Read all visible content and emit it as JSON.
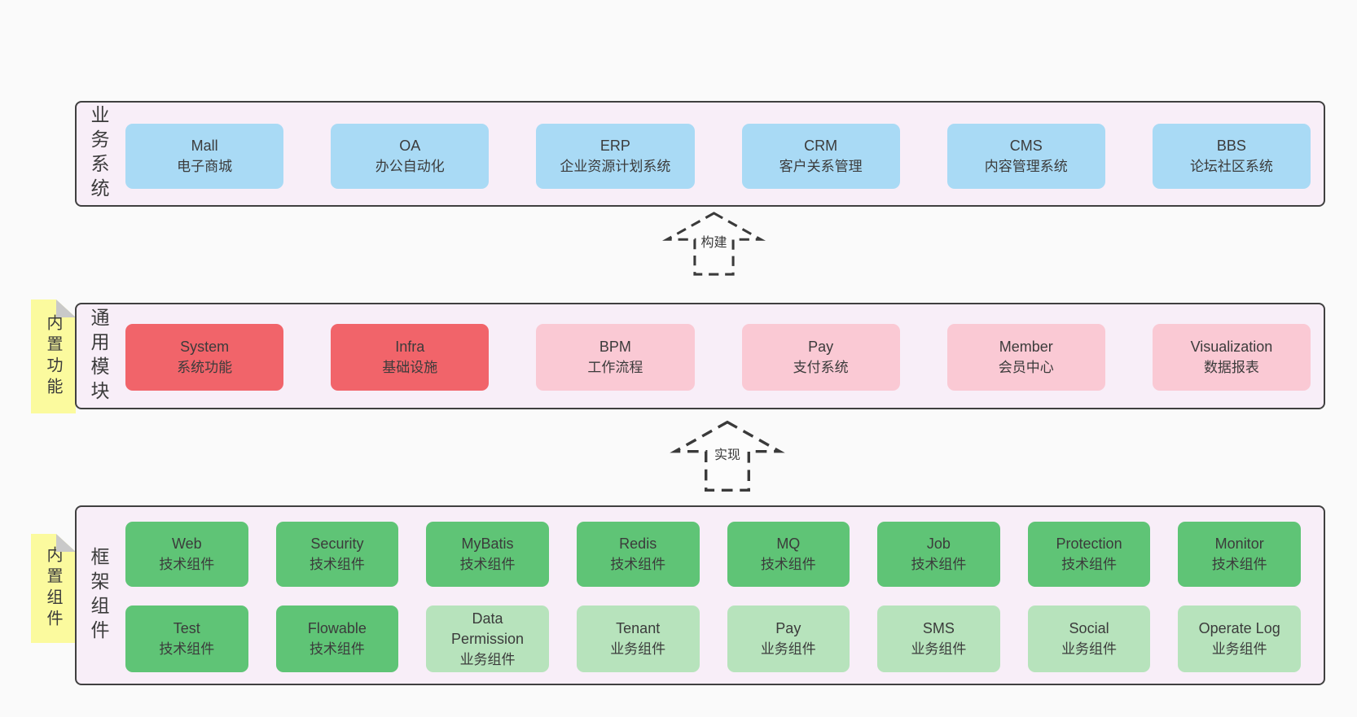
{
  "colors": {
    "page_bg": "#FAFAFA",
    "band_bg": "#F8EEF8",
    "band_border": "#404040",
    "node_blue": "#A9DAF5",
    "node_red": "#F1646A",
    "node_pink": "#FAC9D4",
    "node_green": "#5FC476",
    "node_light_green": "#B7E3BC",
    "note_yellow": "#FBFA9E",
    "note_fold_gray": "#C9C9C9",
    "text": "#3B3B3B"
  },
  "arrows": {
    "build": {
      "label": "构建"
    },
    "implement": {
      "label": "实现"
    }
  },
  "layers": {
    "business": {
      "label": "业务系统",
      "items": [
        {
          "name": "Mall",
          "desc": "电子商城"
        },
        {
          "name": "OA",
          "desc": "办公自动化"
        },
        {
          "name": "ERP",
          "desc": "企业资源计划系统"
        },
        {
          "name": "CRM",
          "desc": "客户关系管理"
        },
        {
          "name": "CMS",
          "desc": "内容管理系统"
        },
        {
          "name": "BBS",
          "desc": "论坛社区系统"
        }
      ]
    },
    "modules": {
      "label": "通用模块",
      "note": "内置功能",
      "items": [
        {
          "name": "System",
          "desc": "系统功能"
        },
        {
          "name": "Infra",
          "desc": "基础设施"
        },
        {
          "name": "BPM",
          "desc": "工作流程"
        },
        {
          "name": "Pay",
          "desc": "支付系统"
        },
        {
          "name": "Member",
          "desc": "会员中心"
        },
        {
          "name": "Visualization",
          "desc": "数据报表"
        }
      ]
    },
    "components": {
      "label": "框架组件",
      "note": "内置组件",
      "row1": [
        {
          "name": "Web",
          "desc": "技术组件"
        },
        {
          "name": "Security",
          "desc": "技术组件"
        },
        {
          "name": "MyBatis",
          "desc": "技术组件"
        },
        {
          "name": "Redis",
          "desc": "技术组件"
        },
        {
          "name": "MQ",
          "desc": "技术组件"
        },
        {
          "name": "Job",
          "desc": "技术组件"
        },
        {
          "name": "Protection",
          "desc": "技术组件"
        },
        {
          "name": "Monitor",
          "desc": "技术组件"
        }
      ],
      "row2": [
        {
          "name": "Test",
          "desc": "技术组件"
        },
        {
          "name": "Flowable",
          "desc": "技术组件"
        },
        {
          "name": "Data Permission",
          "desc": "业务组件"
        },
        {
          "name": "Tenant",
          "desc": "业务组件"
        },
        {
          "name": "Pay",
          "desc": "业务组件"
        },
        {
          "name": "SMS",
          "desc": "业务组件"
        },
        {
          "name": "Social",
          "desc": "业务组件"
        },
        {
          "name": "Operate Log",
          "desc": "业务组件"
        }
      ]
    }
  }
}
